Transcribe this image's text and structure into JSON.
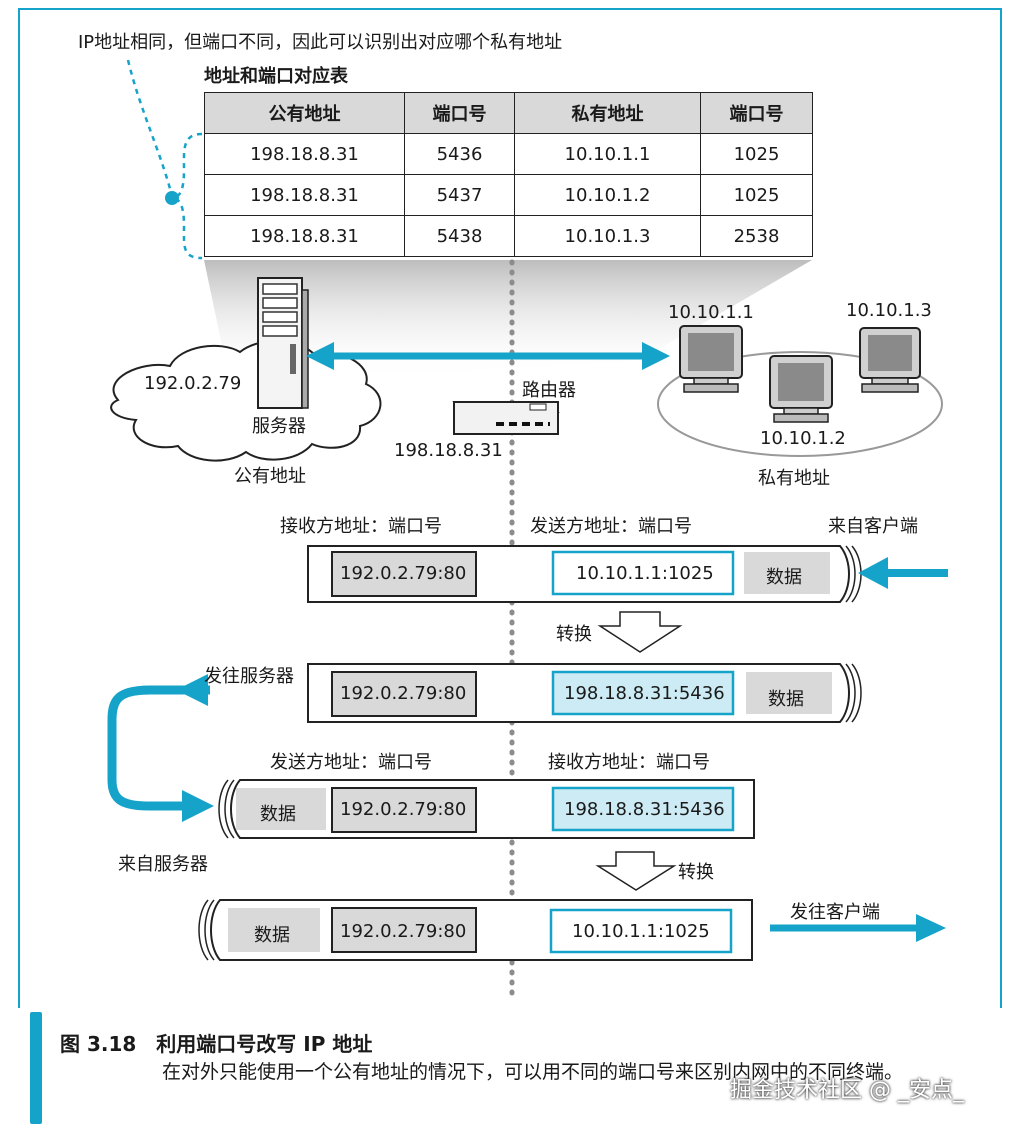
{
  "note": "IP地址相同，但端口不同，因此可以识别出对应哪个私有地址",
  "table": {
    "title": "地址和端口对应表",
    "headers": [
      "公有地址",
      "端口号",
      "私有地址",
      "端口号"
    ],
    "rows": [
      [
        "198.18.8.31",
        "5436",
        "10.10.1.1",
        "1025"
      ],
      [
        "198.18.8.31",
        "5437",
        "10.10.1.2",
        "1025"
      ],
      [
        "198.18.8.31",
        "5438",
        "10.10.1.3",
        "2538"
      ]
    ]
  },
  "network": {
    "server_ip": "192.0.2.79",
    "server_label": "服务器",
    "public_label": "公有地址",
    "router_label": "路由器",
    "router_ip": "198.18.8.31",
    "client1": "10.10.1.1",
    "client2": "10.10.1.2",
    "client3": "10.10.1.3",
    "private_label": "私有地址"
  },
  "flow": {
    "recv_addr_port": "接收方地址：端口号",
    "send_addr_port": "发送方地址：端口号",
    "from_client": "来自客户端",
    "to_server": "发往服务器",
    "from_server": "来自服务器",
    "to_client": "发往客户端",
    "convert": "转换",
    "data": "数据",
    "p1_dst": "192.0.2.79:80",
    "p1_src": "10.10.1.1:1025",
    "p2_dst": "192.0.2.79:80",
    "p2_src": "198.18.8.31:5436",
    "p3_src": "192.0.2.79:80",
    "p3_dst": "198.18.8.31:5436",
    "p4_src": "192.0.2.79:80",
    "p4_dst": "10.10.1.1:1025"
  },
  "caption": {
    "title": "图 3.18　利用端口号改写 IP 地址",
    "body": "在对外只能使用一个公有地址的情况下，可以用不同的端口号来区别内网中的不同终端。"
  },
  "watermark": "掘金技术社区 @ _安点_",
  "colors": {
    "accent": "#16a3c9",
    "light_accent": "#cdebf4",
    "gray_box": "#d9d9d9"
  }
}
